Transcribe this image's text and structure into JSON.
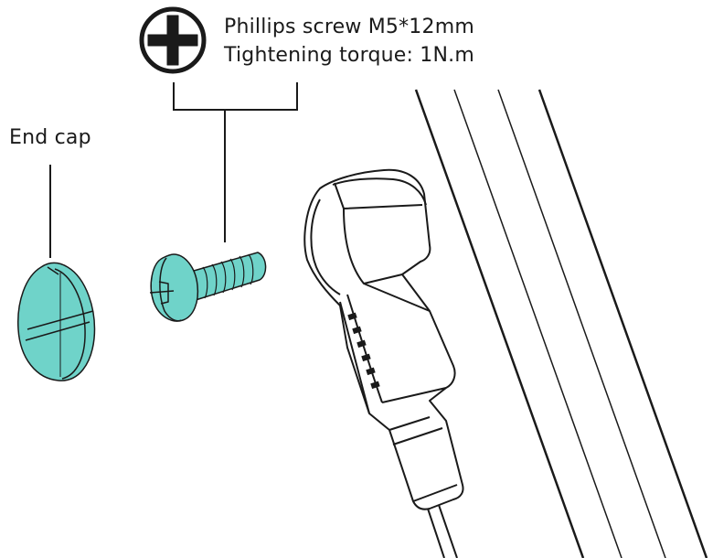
{
  "screw": {
    "spec": "Phillips screw M5*12mm",
    "torque": "Tightening torque: 1N.m",
    "head_icon": "phillips-head-icon"
  },
  "end_cap": {
    "label": "End cap"
  },
  "colors": {
    "part_fill": "#6fd3c9",
    "line": "#1a1a1a",
    "background": "#ffffff"
  }
}
